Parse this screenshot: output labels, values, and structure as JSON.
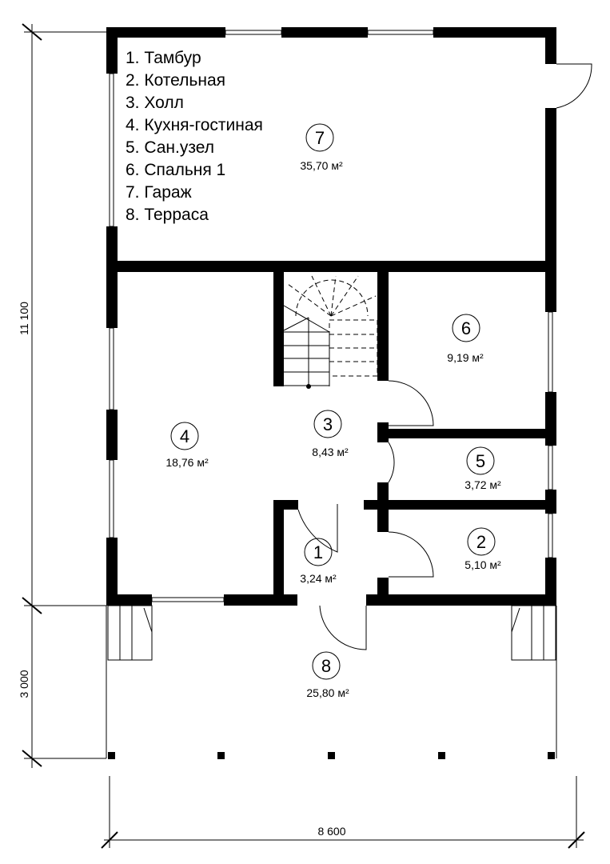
{
  "legend": [
    "1. Тамбур",
    "2. Котельная",
    "3. Холл",
    "4. Кухня-гостиная",
    "5. Сан.узел",
    "6. Спальня 1",
    "7. Гараж",
    "8. Терраса"
  ],
  "rooms": [
    {
      "number": "1",
      "area": "3,24 м²"
    },
    {
      "number": "2",
      "area": "5,10 м²"
    },
    {
      "number": "3",
      "area": "8,43 м²"
    },
    {
      "number": "4",
      "area": "18,76 м²"
    },
    {
      "number": "5",
      "area": "3,72 м²"
    },
    {
      "number": "6",
      "area": "9,19 м²"
    },
    {
      "number": "7",
      "area": "35,70 м²"
    },
    {
      "number": "8",
      "area": "25,80 м²"
    }
  ],
  "dimensions": {
    "height_main": "11 100",
    "height_terrace": "3 000",
    "width": "8 600"
  }
}
